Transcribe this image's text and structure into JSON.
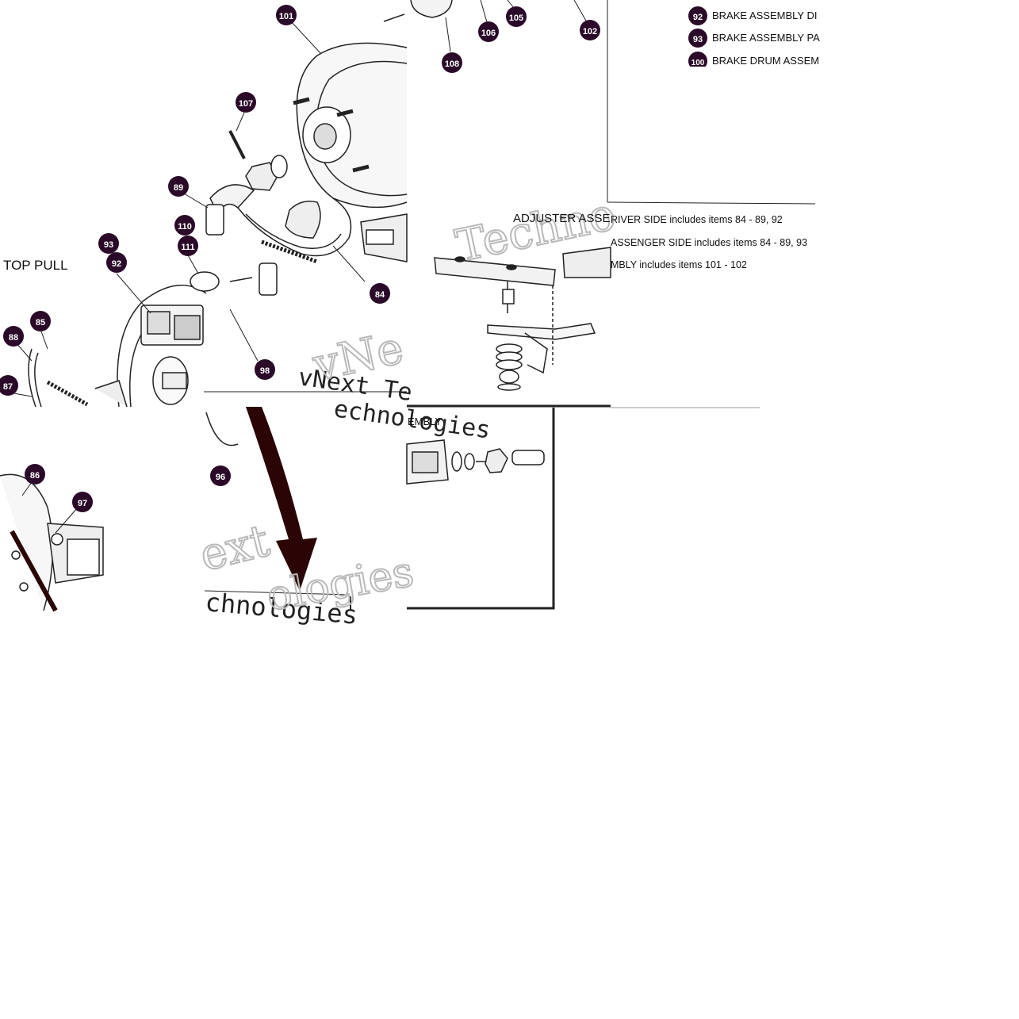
{
  "diagram": {
    "section_label": "TOP PULL",
    "adjuster_label": "ADJUSTER ASSE",
    "assembly_label": "EMBLY",
    "colors": {
      "callout": "#2a0a28",
      "arrow": "#2b0505",
      "line": "#222222",
      "watermark": "#b9b9b9"
    },
    "callouts": {
      "c101": "101",
      "c106": "106",
      "c105": "105",
      "c102": "102",
      "c108": "108",
      "c107": "107",
      "c89": "89",
      "c110": "110",
      "c111": "111",
      "c93": "93",
      "c92": "92",
      "c85": "85",
      "c88": "88",
      "c87": "87",
      "c84": "84",
      "c98": "98",
      "c86": "86",
      "c97": "97",
      "c96": "96"
    },
    "legend": {
      "k92": "92",
      "k93": "93",
      "k100": "100",
      "i1": "BRAKE ASSEMBLY DI",
      "i2": "BRAKE ASSEMBLY PA",
      "i3": "BRAKE DRUM ASSEM"
    },
    "includes": {
      "l1": "RIVER SIDE includes items 84 - 89, 92",
      "l2": "ASSENGER SIDE includes items 84 - 89, 93",
      "l3": "MBLY includes items 101 - 102"
    },
    "watermarks": {
      "w1": "vNext Te",
      "w2": "echnologies",
      "w3": "chnologies",
      "w4": "Techno",
      "w5": "vNe",
      "w6": "ext",
      "w7": "ologies"
    }
  }
}
